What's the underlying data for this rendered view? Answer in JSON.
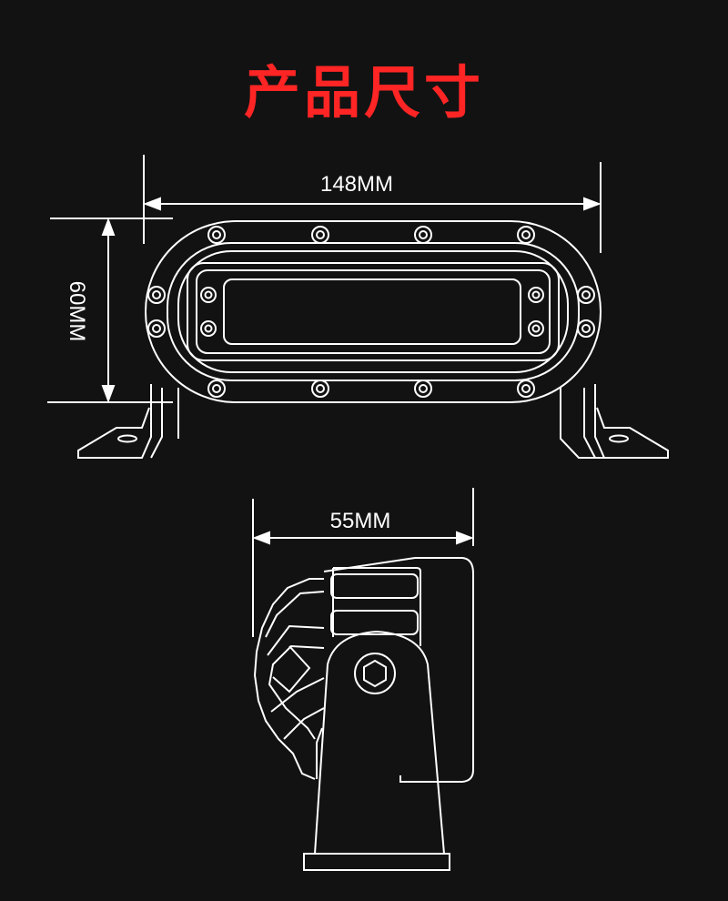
{
  "title": "产品尺寸",
  "colors": {
    "background": "#121212",
    "title": "#ff2525",
    "line": "#ffffff"
  },
  "dimensions": {
    "width": "148MM",
    "height": "60MM",
    "depth": "55MM"
  }
}
